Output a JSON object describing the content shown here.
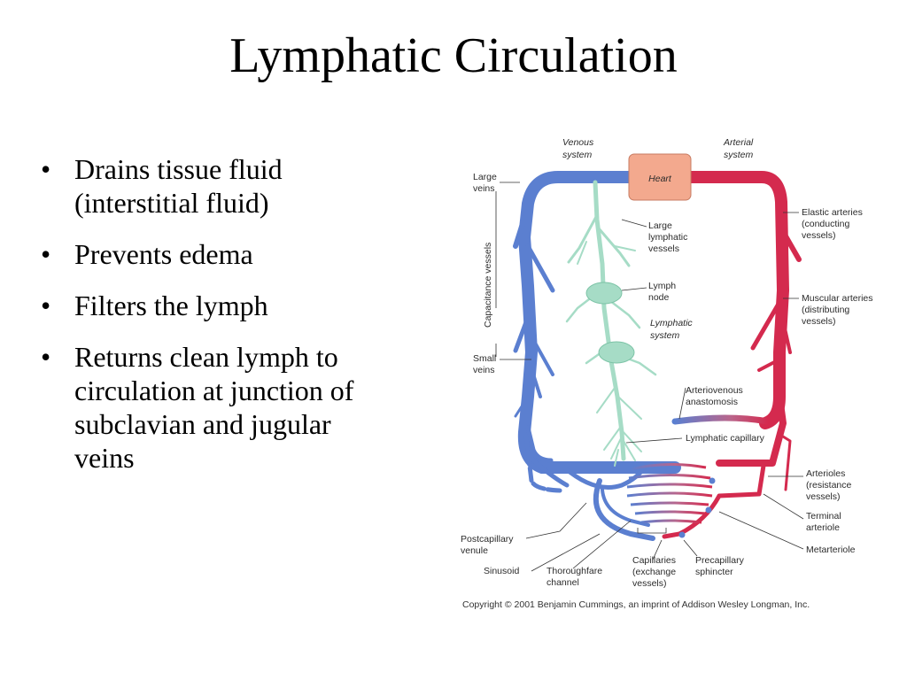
{
  "slide": {
    "title": "Lymphatic Circulation",
    "bullets": [
      {
        "lines": [
          "Drains tissue fluid",
          "(interstitial fluid)"
        ]
      },
      {
        "lines": [
          "Prevents edema"
        ]
      },
      {
        "lines": [
          "Filters the lymph"
        ]
      },
      {
        "lines": [
          "Returns clean lymph to",
          "circulation at junction of",
          "subclavian and jugular",
          "veins"
        ]
      }
    ]
  },
  "diagram": {
    "colors": {
      "vein": "#5b7fd0",
      "artery": "#d42a4e",
      "lymph": "#a6dcc6",
      "heart": "#f3a98e"
    },
    "heart_label": "Heart",
    "system_labels": {
      "venous": [
        "Venous",
        "system"
      ],
      "arterial": [
        "Arterial",
        "system"
      ],
      "lymphatic": [
        "Lymphatic",
        "system"
      ]
    },
    "labels": {
      "large_veins": [
        "Large",
        "veins"
      ],
      "capacitance_vessels": "Capacitance vessels",
      "small_veins": [
        "Small",
        "veins"
      ],
      "large_lymphatic_vessels": [
        "Large",
        "lymphatic",
        "vessels"
      ],
      "lymph_node": [
        "Lymph",
        "node"
      ],
      "elastic_arteries": [
        "Elastic arteries",
        "(conducting",
        "vessels)"
      ],
      "muscular_arteries": [
        "Muscular arteries",
        "(distributing",
        "vessels)"
      ],
      "arteriovenous_anastomosis": [
        "Arteriovenous",
        "anastomosis"
      ],
      "lymphatic_capillary": "Lymphatic capillary",
      "arterioles": [
        "Arterioles",
        "(resistance",
        "vessels)"
      ],
      "terminal_arteriole": [
        "Terminal",
        "arteriole"
      ],
      "metarteriole": "Metarteriole",
      "postcapillary_venule": [
        "Postcapillary",
        "venule"
      ],
      "sinusoid": "Sinusoid",
      "thoroughfare_channel": [
        "Thoroughfare",
        "channel"
      ],
      "capillaries": [
        "Capillaries",
        "(exchange",
        "vessels)"
      ],
      "precapillary_sphincter": [
        "Precapillary",
        "sphincter"
      ]
    },
    "copyright": "Copyright © 2001 Benjamin Cummings, an imprint of Addison Wesley Longman, Inc."
  }
}
